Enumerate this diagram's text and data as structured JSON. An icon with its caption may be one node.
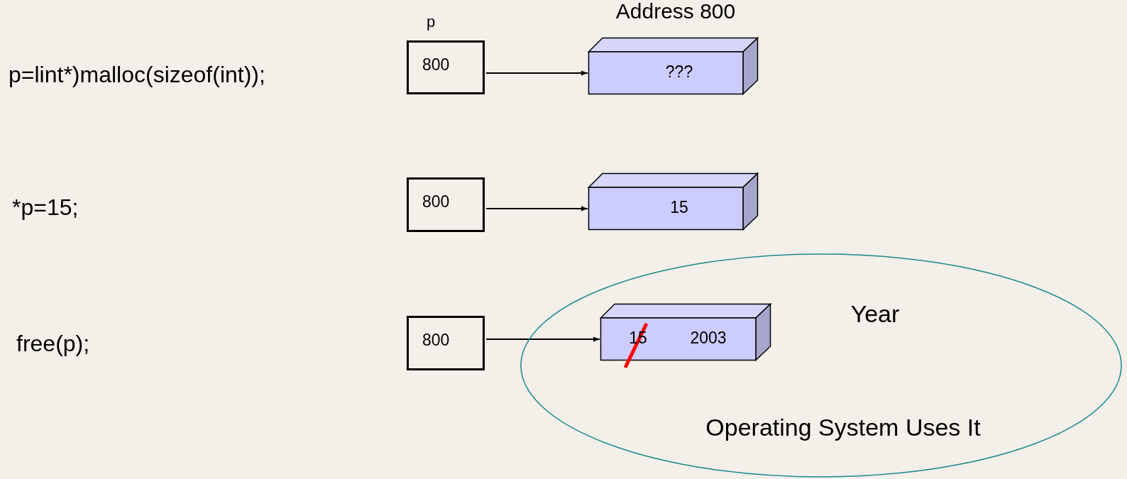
{
  "diagram": {
    "nodes": [
      {
        "text": [
          "800"
        ],
        "beside": [
          "p"
        ]
      },
      {
        "text": [
          "???"
        ],
        "beside": [
          "Address 800"
        ]
      },
      {
        "text": [
          "800"
        ]
      },
      {
        "text": [
          "15"
        ]
      },
      {
        "text": [
          "Year",
          "Operating System Uses It"
        ]
      },
      {
        "text": [
          "800"
        ]
      },
      {
        "text": [
          "15",
          "2003"
        ],
        "in": 4
      }
    ],
    "edges": [
      {
        "from": 0,
        "to": 1,
        "arrow": "to"
      },
      {
        "from": 2,
        "to": 3,
        "arrow": "to"
      },
      {
        "from": 5,
        "to": 6,
        "arrow": "to"
      }
    ],
    "labels": [
      "p=lint*)malloc(sizeof(int));",
      "*p=15;",
      "free(p);"
    ]
  }
}
